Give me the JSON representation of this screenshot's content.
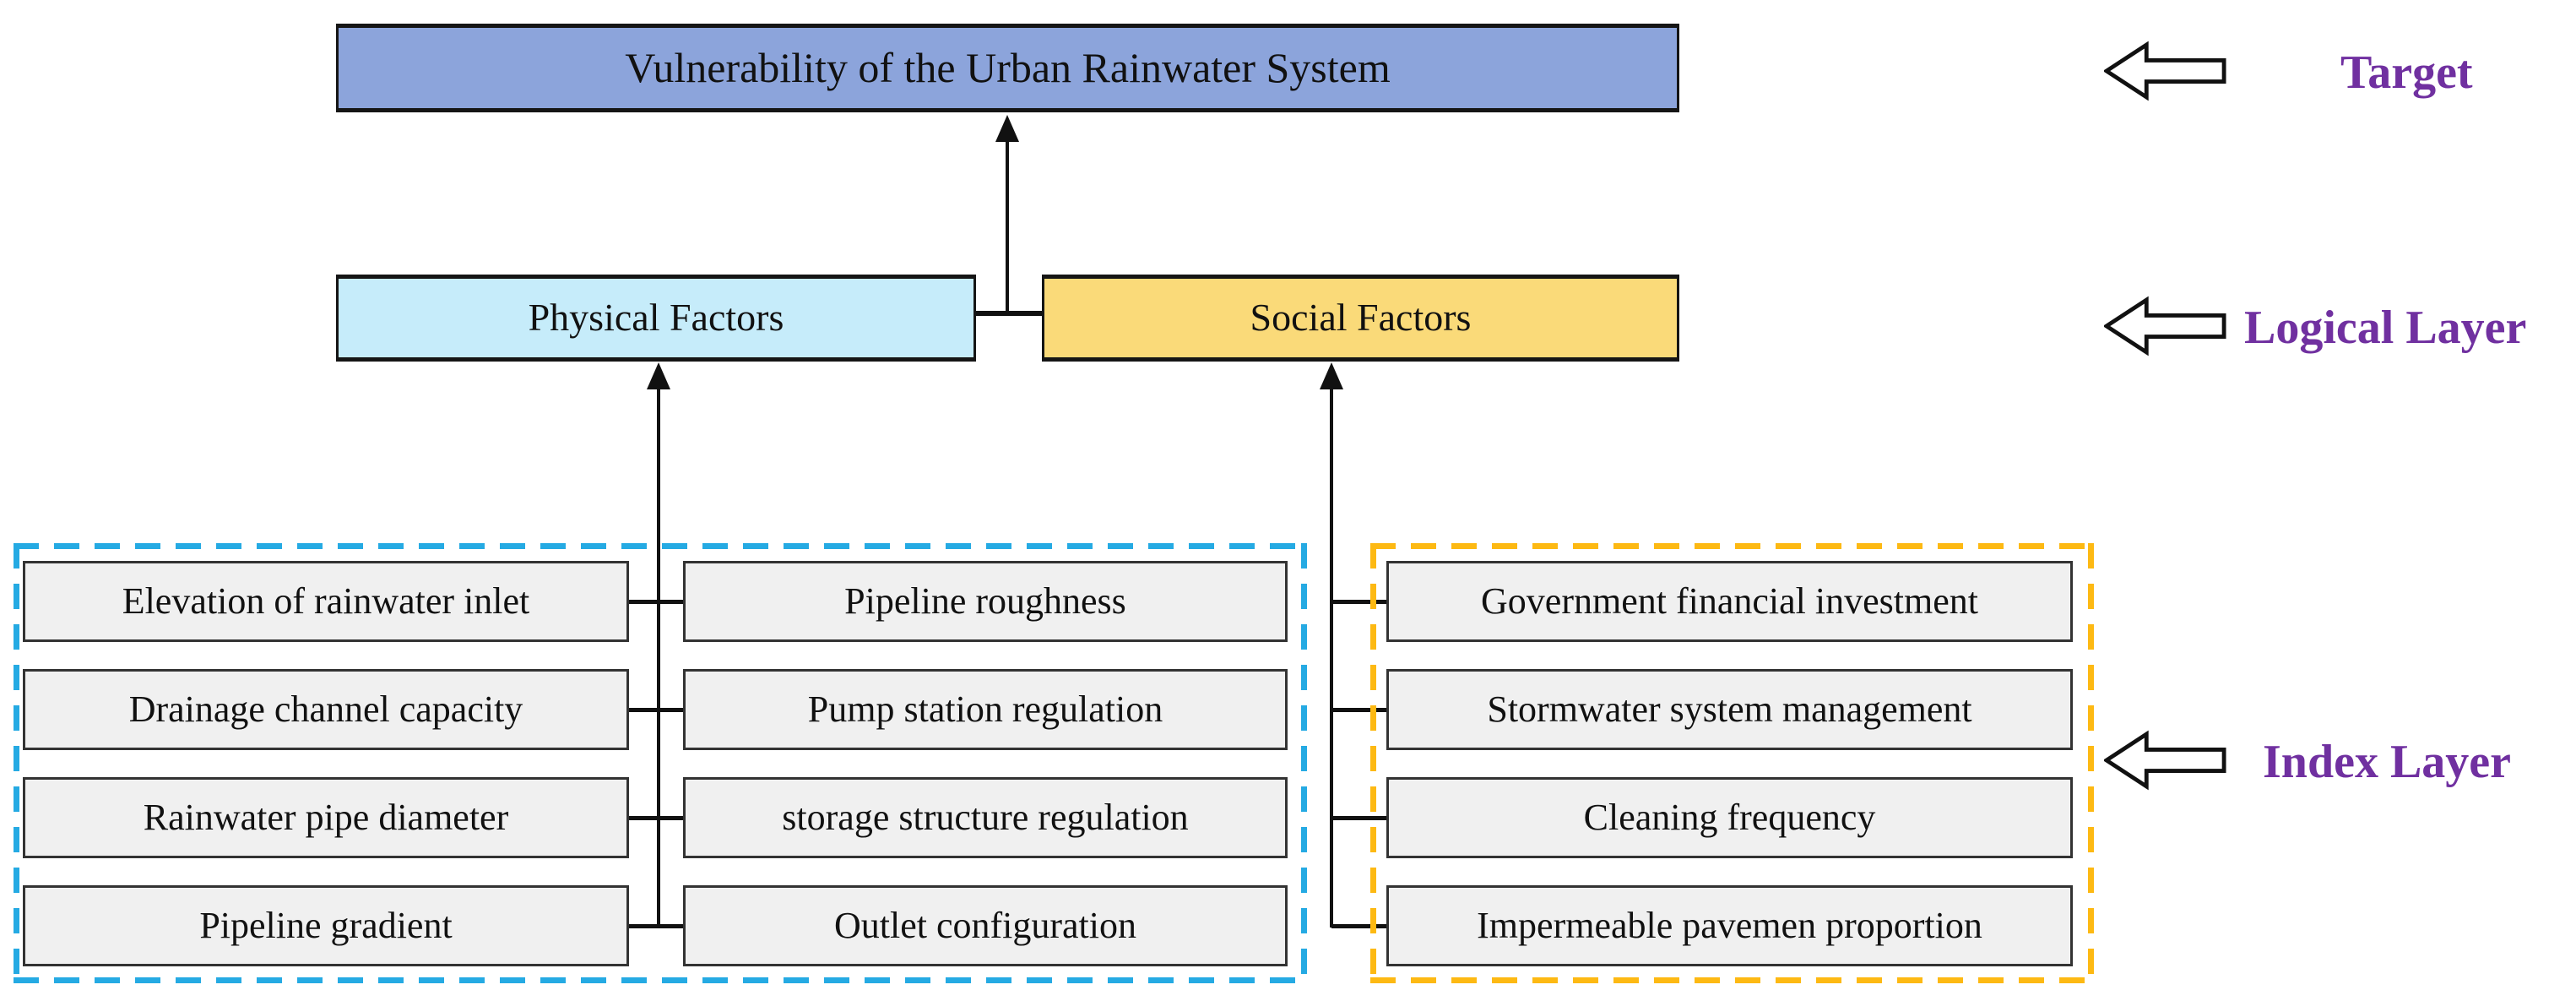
{
  "target_layer": {
    "label": "Vulnerability of the Urban Rainwater System",
    "bg_color": "#8CA4DB"
  },
  "logical_layer": {
    "physical": {
      "label": "Physical Factors",
      "bg_color": "#C6ECFA"
    },
    "social": {
      "label": "Social Factors",
      "bg_color": "#FADA79"
    }
  },
  "index_layer": {
    "box_bg_color": "#F0F0F0",
    "physical_group": {
      "frame_color": "#25AAE3",
      "col1": [
        "Elevation of rainwater inlet",
        "Drainage channel capacity",
        "Rainwater pipe diameter",
        "Pipeline gradient"
      ],
      "col2": [
        "Pipeline roughness",
        "Pump station regulation",
        "storage structure regulation",
        "Outlet configuration"
      ]
    },
    "social_group": {
      "frame_color": "#FDB913",
      "col1": [
        "Government financial investment",
        "Stormwater system management",
        "Cleaning frequency",
        "Impermeable pavemen proportion"
      ]
    }
  },
  "annotations": {
    "text_color": "#7030A0",
    "target": {
      "label": "Target"
    },
    "logical": {
      "label": "Logical Layer"
    },
    "index": {
      "label": "Index Layer"
    }
  }
}
